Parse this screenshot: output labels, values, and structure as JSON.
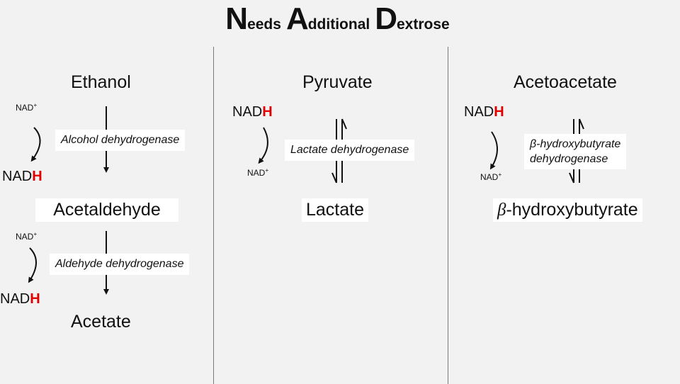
{
  "title": {
    "n_big": "N",
    "n_rest": "eeds",
    "a_big": "A",
    "a_rest": "dditional",
    "d_big": "D",
    "d_rest": "extrose"
  },
  "col1": {
    "mol1": "Ethanol",
    "mol2": "Acetaldehyde",
    "mol3": "Acetate",
    "enz1": "Alcohol dehydrogenase",
    "enz2": "Aldehyde dehydrogenase",
    "nad_plus": "NAD",
    "plus": "+",
    "nadh_prefix": "NAD",
    "nadh_h": "H"
  },
  "col2": {
    "mol1": "Pyruvate",
    "mol2": "Lactate",
    "enz": "Lactate dehydrogenase",
    "nadh_prefix": "NAD",
    "nadh_h": "H",
    "nad_plus": "NAD",
    "plus": "+"
  },
  "col3": {
    "mol1": "Acetoacetate",
    "mol2_beta": "β",
    "mol2_rest": "-hydroxybutyrate",
    "enz_beta": "β",
    "enz_line1": "-hydroxybutyrate",
    "enz_line2": "dehydrogenase",
    "nadh_prefix": "NAD",
    "nadh_h": "H",
    "nad_plus": "NAD",
    "plus": "+"
  },
  "colors": {
    "nadh_h": "#e00000",
    "divider": "#7a7a7a",
    "label_bg": "#ffffff"
  }
}
